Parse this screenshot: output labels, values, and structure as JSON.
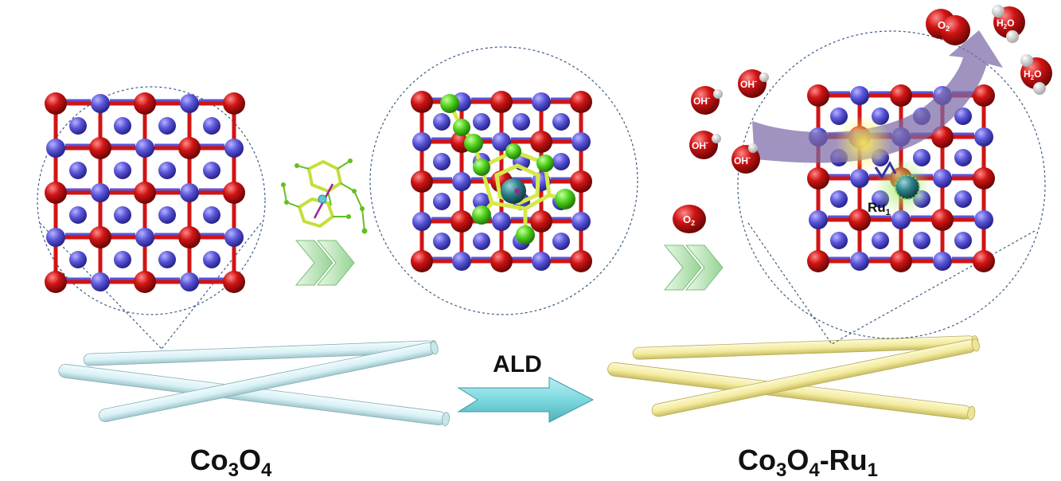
{
  "figure": {
    "left_caption": {
      "main": "Co",
      "sub1": "3",
      "mid": "O",
      "sub2": "4"
    },
    "right_caption": {
      "main": "Co",
      "sub1": "3",
      "mid": "O",
      "sub2": "4",
      "suffix": "-Ru",
      "sub3": "1"
    },
    "arrow_label": "ALD",
    "ru_site_label": {
      "main": "Ru",
      "sub": "1"
    },
    "o2_reactant": {
      "main": "O",
      "sub": "2"
    },
    "hydroxide_label": "OH",
    "hydroxide_charge": "-",
    "products": {
      "o2": {
        "main": "O",
        "sub": "2"
      },
      "water": {
        "h": "H",
        "sub": "2",
        "o": "O"
      }
    }
  },
  "colors": {
    "oxygen": "#d01414",
    "cobalt": "#5a55d8",
    "ruthenium": "#2e7f87",
    "carbon": "#4fd21c",
    "ligand_ring": "#d6e94a",
    "rod_co3o4": "#d7f1f5",
    "rod_ru": "#f3eb9e",
    "big_arrow": "#7ed8df",
    "chevron": "#a5dca5",
    "flow_arrow": "#7b6aa6"
  },
  "icons": [
    "lattice",
    "ruthenocene-precursor",
    "chevron-double",
    "rod-bundle",
    "flow-arrow"
  ]
}
